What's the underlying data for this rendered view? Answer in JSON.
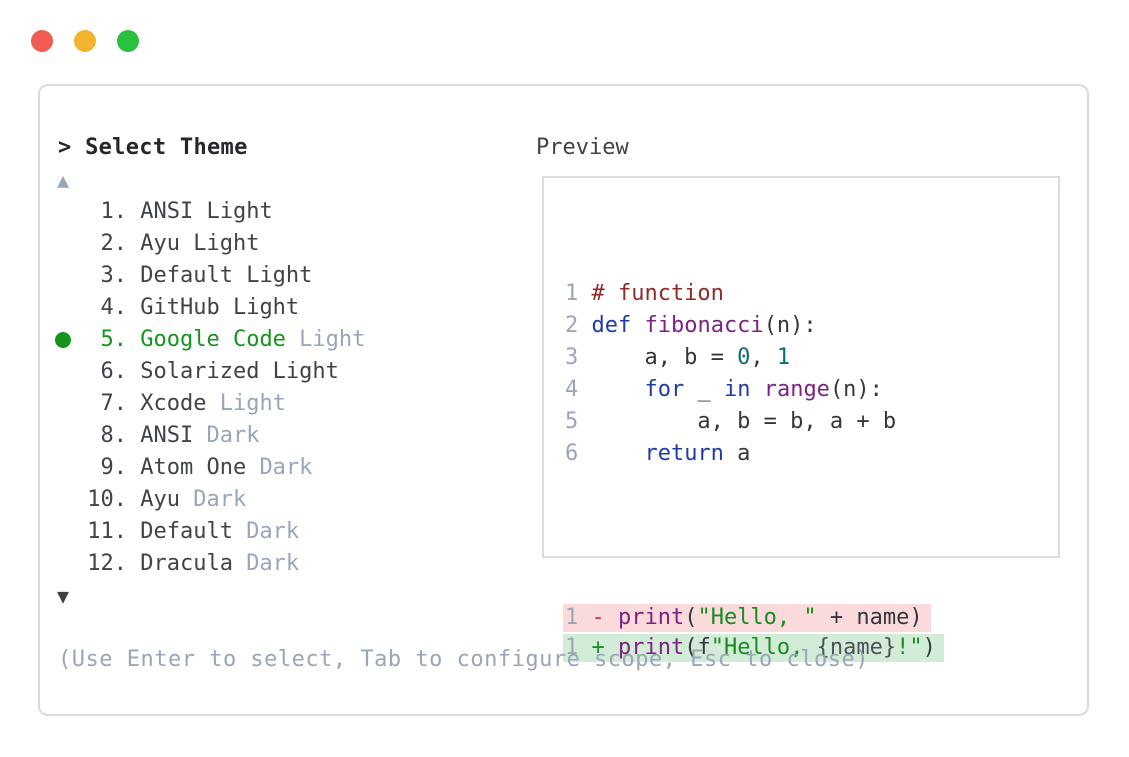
{
  "palette": {
    "tl_red": "#f15c52",
    "tl_yellow": "#f2b32e",
    "tl_green": "#2ac13e",
    "panel_border": "#d6dae1",
    "preview_border": "#d9dde3",
    "title_color": "#24272c",
    "label_color": "#3f434a",
    "item_color": "#3f434a",
    "muted": "#9aa6b8",
    "arrow_dark": "#3b3e44",
    "accent_green": "#16941c",
    "text_dark": "#33373d",
    "comment": "#8f2b2b",
    "kw": "#1f3ca6",
    "fn": "#7c2382",
    "str": "#178c1f",
    "lit": "#0e6e70",
    "plain": "#33373d",
    "minus": "#c23a3a",
    "plus": "#1d8f28",
    "interp": "#4d525a",
    "removed_bg": "#fbdadc",
    "added_bg": "#d3ecd8"
  },
  "window": {
    "traffic_lights": [
      "close",
      "minimize",
      "maximize"
    ]
  },
  "selector": {
    "title": "> Select Theme",
    "scroll_up": "▲",
    "scroll_down": "▼",
    "items": [
      {
        "number": "1.",
        "name": "ANSI Light",
        "suffix": "",
        "selected": false
      },
      {
        "number": "2.",
        "name": "Ayu Light",
        "suffix": "",
        "selected": false
      },
      {
        "number": "3.",
        "name": "Default Light",
        "suffix": "",
        "selected": false
      },
      {
        "number": "4.",
        "name": "GitHub Light",
        "suffix": "",
        "selected": false
      },
      {
        "number": "5.",
        "name": "Google Code",
        "suffix": "Light",
        "selected": true
      },
      {
        "number": "6.",
        "name": "Solarized Light",
        "suffix": "",
        "selected": false
      },
      {
        "number": "7.",
        "name": "Xcode",
        "suffix": "Light",
        "selected": false
      },
      {
        "number": "8.",
        "name": "ANSI",
        "suffix": "Dark",
        "selected": false
      },
      {
        "number": "9.",
        "name": "Atom One",
        "suffix": "Dark",
        "selected": false
      },
      {
        "number": "10.",
        "name": "Ayu",
        "suffix": "Dark",
        "selected": false
      },
      {
        "number": "11.",
        "name": "Default",
        "suffix": "Dark",
        "selected": false
      },
      {
        "number": "12.",
        "name": "Dracula",
        "suffix": "Dark",
        "selected": false
      }
    ],
    "help": "(Use Enter to select, Tab to configure scope, Esc to close)"
  },
  "preview": {
    "label": "Preview",
    "lines": [
      {
        "num": "1",
        "tokens": [
          [
            "comment",
            "# function"
          ]
        ]
      },
      {
        "num": "2",
        "tokens": [
          [
            "kw",
            "def"
          ],
          [
            "plain",
            " "
          ],
          [
            "fn",
            "fibonacci"
          ],
          [
            "plain",
            "(n):"
          ]
        ]
      },
      {
        "num": "3",
        "tokens": [
          [
            "plain",
            "    a, b = "
          ],
          [
            "lit",
            "0"
          ],
          [
            "plain",
            ", "
          ],
          [
            "lit",
            "1"
          ]
        ]
      },
      {
        "num": "4",
        "tokens": [
          [
            "plain",
            "    "
          ],
          [
            "kw",
            "for"
          ],
          [
            "plain",
            " _ "
          ],
          [
            "kw",
            "in"
          ],
          [
            "plain",
            " "
          ],
          [
            "fn",
            "range"
          ],
          [
            "plain",
            "(n):"
          ]
        ]
      },
      {
        "num": "5",
        "tokens": [
          [
            "plain",
            "        a, b = b, a + b"
          ]
        ]
      },
      {
        "num": "6",
        "tokens": [
          [
            "plain",
            "    "
          ],
          [
            "kw",
            "return"
          ],
          [
            "plain",
            " a"
          ]
        ]
      }
    ],
    "diff_lines": [
      {
        "num": "1",
        "kind": "removed",
        "tokens": [
          [
            "minus",
            "- "
          ],
          [
            "fn",
            "print"
          ],
          [
            "plain",
            "("
          ],
          [
            "str",
            "\"Hello, \""
          ],
          [
            "plain",
            " + name)"
          ]
        ]
      },
      {
        "num": "1",
        "kind": "added",
        "tokens": [
          [
            "plus",
            "+ "
          ],
          [
            "fn",
            "print"
          ],
          [
            "plain",
            "(f"
          ],
          [
            "str",
            "\"Hello, "
          ],
          [
            "interp",
            "{name}"
          ],
          [
            "str",
            "!\""
          ],
          [
            "plain",
            ")"
          ]
        ]
      }
    ]
  }
}
